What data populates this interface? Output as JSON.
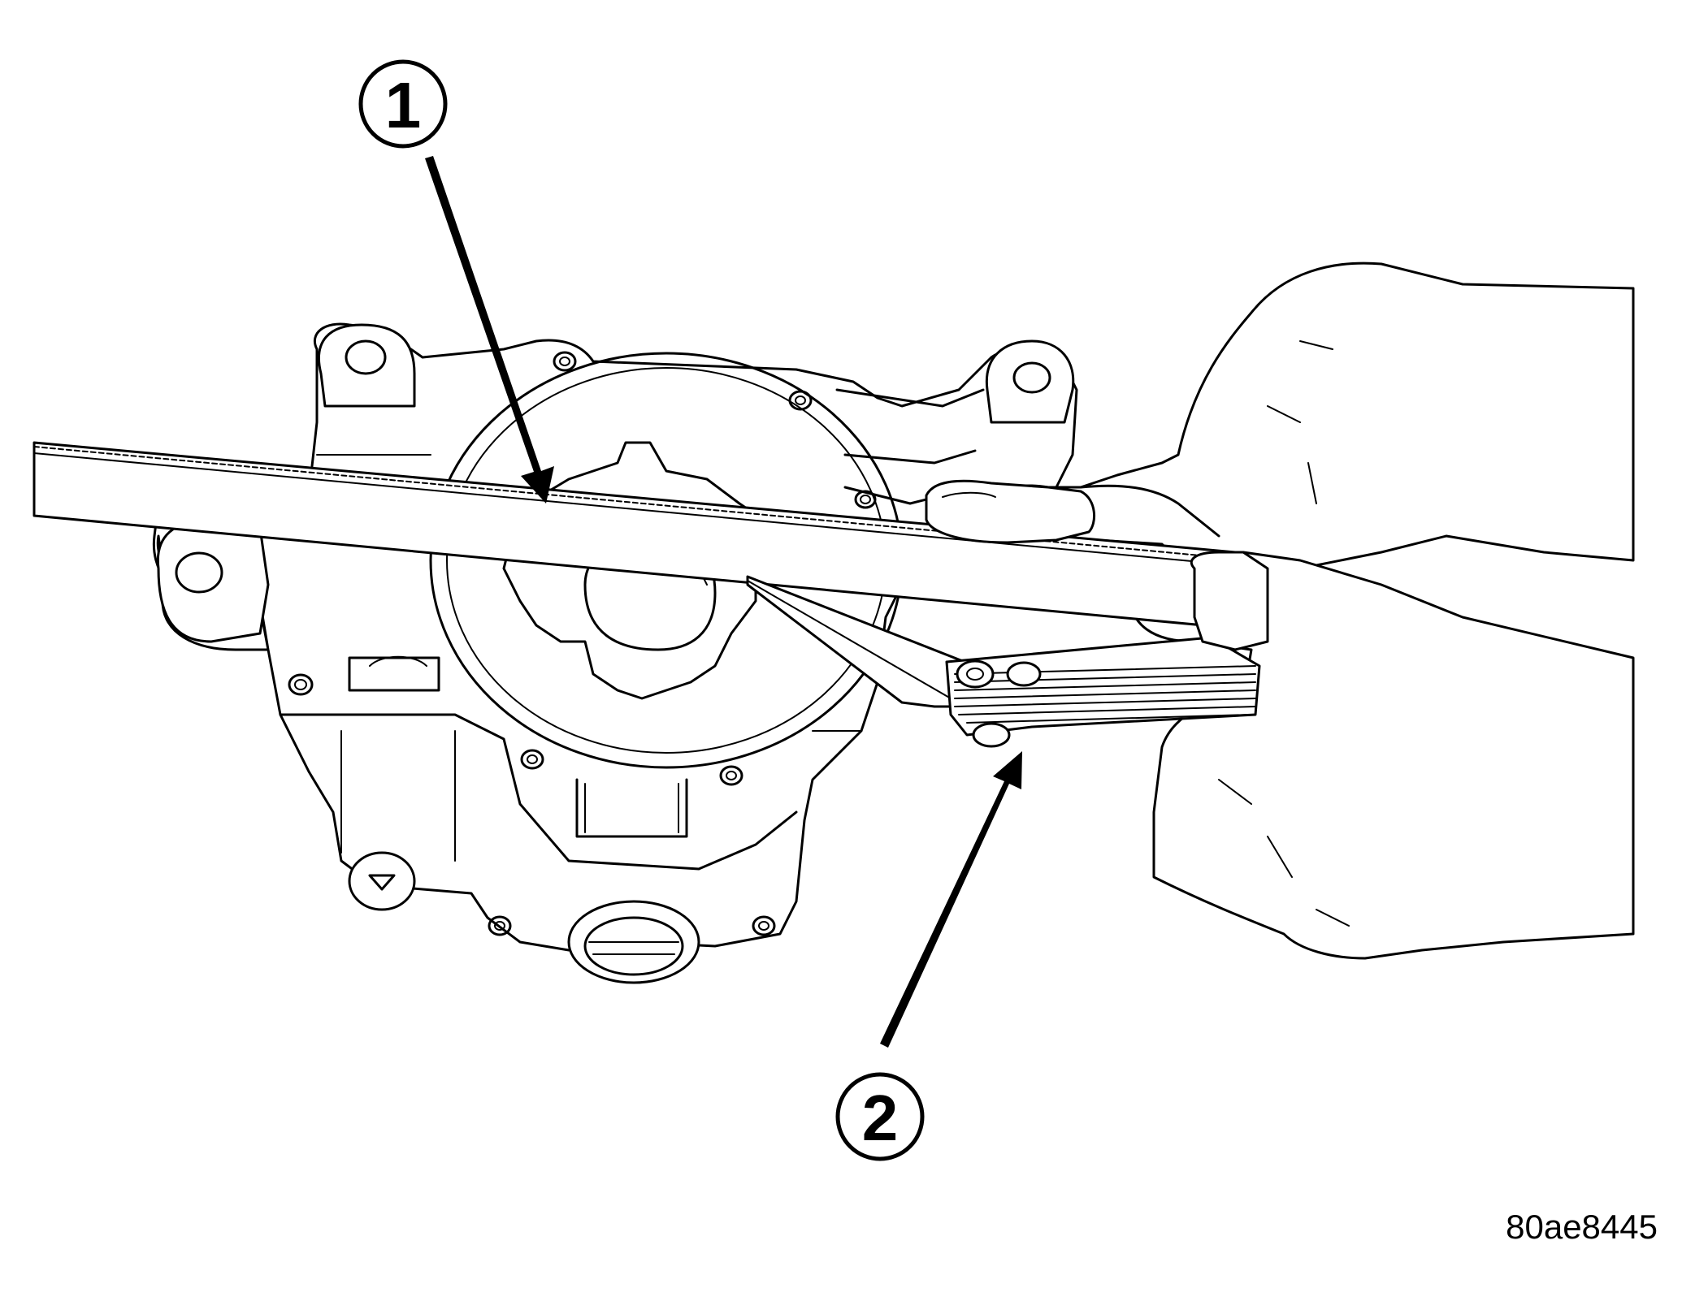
{
  "figure": {
    "callouts": [
      {
        "label": "1"
      },
      {
        "label": "2"
      }
    ],
    "figure_id": "80ae8445"
  }
}
